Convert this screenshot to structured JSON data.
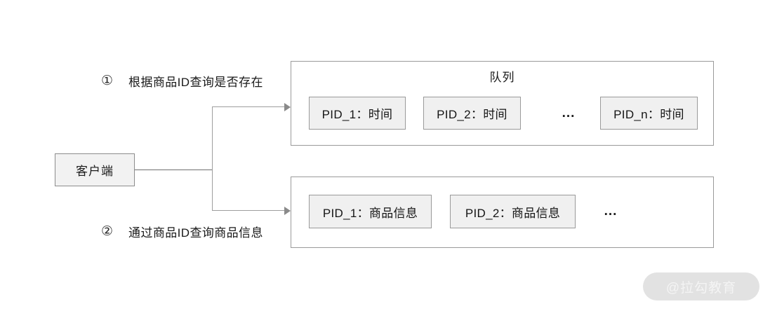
{
  "diagram": {
    "client": {
      "label": "客户端"
    },
    "steps": [
      {
        "number": "①",
        "text": "根据商品ID查询是否存在"
      },
      {
        "number": "②",
        "text": "通过商品ID查询商品信息"
      }
    ],
    "queue_box": {
      "title": "队列",
      "items": [
        {
          "label": "PID_1：时间"
        },
        {
          "label": "PID_2：时间"
        },
        {
          "label": "..."
        },
        {
          "label": "PID_n：时间"
        }
      ]
    },
    "info_box": {
      "title": "",
      "items": [
        {
          "label": "PID_1：商品信息"
        },
        {
          "label": "PID_2：商品信息"
        },
        {
          "label": "..."
        }
      ]
    },
    "watermark": {
      "label": "@拉勾教育"
    },
    "colors": {
      "chip_fill": "#f0f0f0",
      "chip_border": "#9a9a9a",
      "box_border": "#9a9a9a",
      "line": "#9d9d9d",
      "arrow": "#8a8a8a",
      "watermark_pill": "#e2e2e2",
      "watermark_text": "#f4f4f4"
    }
  }
}
